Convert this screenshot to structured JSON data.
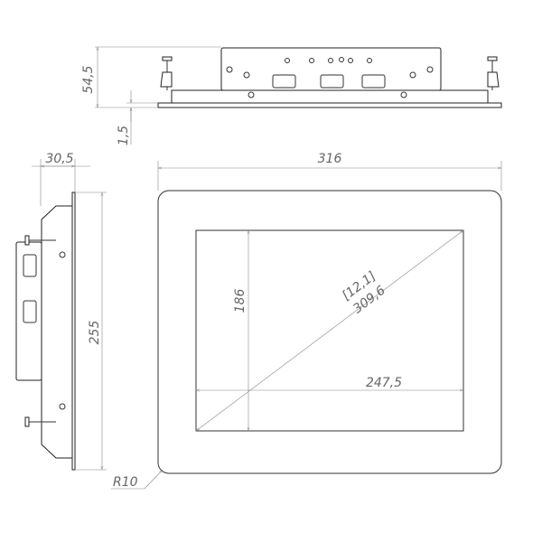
{
  "dimensions": {
    "top_height": "54,5",
    "plate_thickness": "1,5",
    "side_depth": "30,5",
    "width": "316",
    "height": "255",
    "screen_height": "186",
    "screen_width": "247,5",
    "diagonal_inch": "[12,1]",
    "diagonal_mm": "309,6",
    "corner_radius": "R10"
  },
  "colors": {
    "line": "#333333",
    "dimension": "#888888",
    "text": "#666666"
  }
}
